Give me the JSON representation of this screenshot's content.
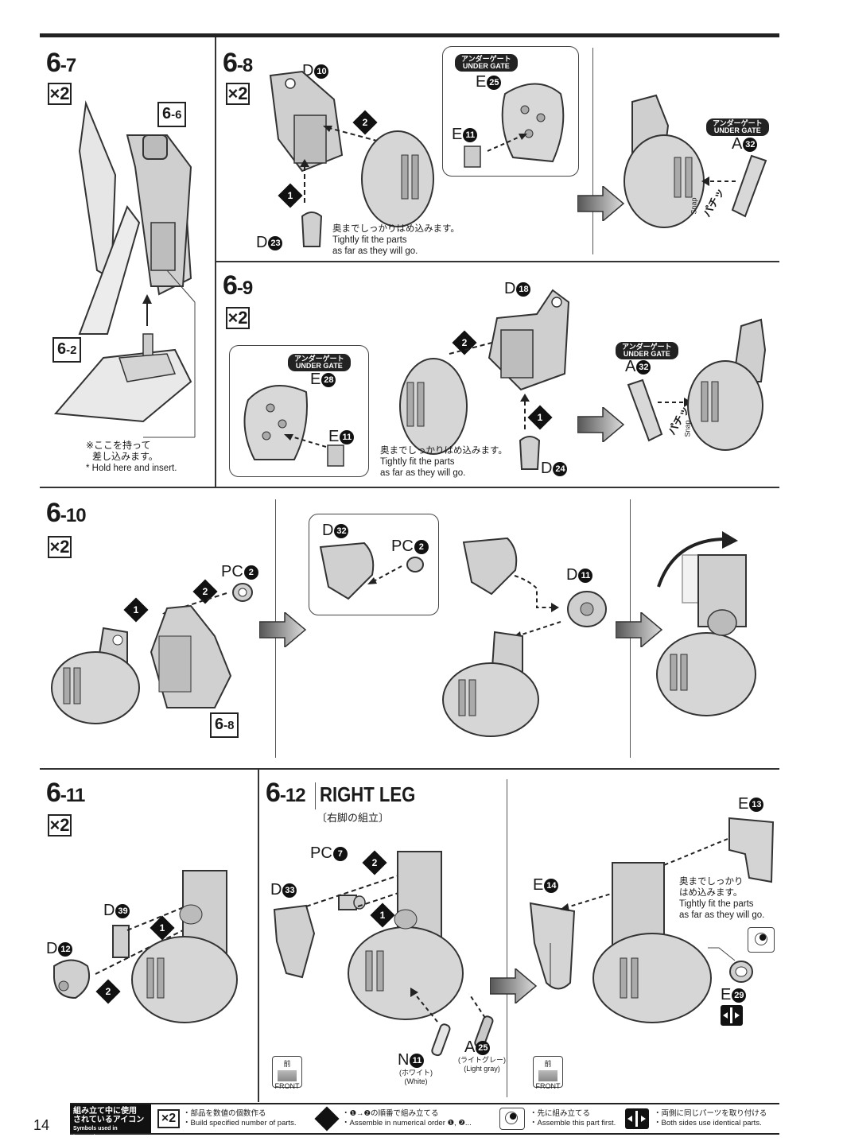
{
  "page": {
    "number": "14"
  },
  "steps": {
    "s67": {
      "num": "6",
      "sub": "-7",
      "mult": "×2",
      "ref_a": "6",
      "ref_a_sub": "-6",
      "ref_b": "6",
      "ref_b_sub": "-2",
      "note_jp1": "※ここを持って",
      "note_jp2": "差し込みます。",
      "note_en": "* Hold here and insert."
    },
    "s68": {
      "num": "6",
      "sub": "-8",
      "mult": "×2",
      "part_d10": "D",
      "part_d10_n": "10",
      "part_d23": "D",
      "part_d23_n": "23",
      "part_e25": "E",
      "part_e25_n": "25",
      "part_e11": "E",
      "part_e11_n": "11",
      "part_a32": "A",
      "part_a32_n": "32",
      "ug_jp": "アンダーゲート",
      "ug_en": "UNDER GATE",
      "note_jp": "奥までしっかりはめ込みます。",
      "note_en1": "Tightly fit the parts",
      "note_en2": "as far as they will go.",
      "snap_jp": "パチッ",
      "snap_en": "Snap"
    },
    "s69": {
      "num": "6",
      "sub": "-9",
      "mult": "×2",
      "part_d18": "D",
      "part_d18_n": "18",
      "part_d24": "D",
      "part_d24_n": "24",
      "part_e28": "E",
      "part_e28_n": "28",
      "part_e11": "E",
      "part_e11_n": "11",
      "part_a32": "A",
      "part_a32_n": "32",
      "ug_jp": "アンダーゲート",
      "ug_en": "UNDER GATE",
      "note_jp": "奥までしっかりはめ込みます。",
      "note_en1": "Tightly fit the parts",
      "note_en2": "as far as they will go.",
      "snap_jp": "パチッ",
      "snap_en": "Snap"
    },
    "s610": {
      "num": "6",
      "sub": "-10",
      "mult": "×2",
      "part_pc2": "PC",
      "part_pc2_n": "2",
      "part_pc2b": "PC",
      "part_pc2b_n": "2",
      "part_d32": "D",
      "part_d32_n": "32",
      "part_d11": "D",
      "part_d11_n": "11",
      "ref": "6",
      "ref_sub": "-8"
    },
    "s611": {
      "num": "6",
      "sub": "-11",
      "mult": "×2",
      "part_d39": "D",
      "part_d39_n": "39",
      "part_d12": "D",
      "part_d12_n": "12"
    },
    "s612": {
      "num": "6",
      "sub": "-12",
      "title": "RIGHT LEG",
      "title_jp": "〔右脚の組立〕",
      "part_pc7": "PC",
      "part_pc7_n": "7",
      "part_d33": "D",
      "part_d33_n": "33",
      "part_n11": "N",
      "part_n11_n": "11",
      "n11_jp": "(ホワイト)",
      "n11_en": "(White)",
      "part_a25": "A",
      "part_a25_n": "25",
      "a25_jp": "(ライトグレー)",
      "a25_en": "(Light gray)",
      "part_e13": "E",
      "part_e13_n": "13",
      "part_e14": "E",
      "part_e14_n": "14",
      "part_e29": "E",
      "part_e29_n": "29",
      "note_jp1": "奥までしっかり",
      "note_jp2": "はめ込みます。",
      "note_en1": "Tightly fit the parts",
      "note_en2": "as far as they will go.",
      "front_jp": "前",
      "front_en": "FRONT"
    }
  },
  "legend": {
    "head_jp1": "組み立て中に使用",
    "head_jp2": "されているアイコン",
    "head_en": "Symbols used in instructions",
    "x2_icon": "×2",
    "x2_jp": "・部品を数値の個数作る",
    "x2_en": "・Build specified number of parts.",
    "order_jp": "・❶→❷の順番で組み立てる",
    "order_en": "・Assemble in numerical order ❶, ❷...",
    "first_jp": "・先に組み立てる",
    "first_en": "・Assemble this part first.",
    "both_jp": "・両側に同じパーツを取り付ける",
    "both_en": "・Both sides use identical parts."
  },
  "badges": {
    "one": "1",
    "two": "2"
  }
}
